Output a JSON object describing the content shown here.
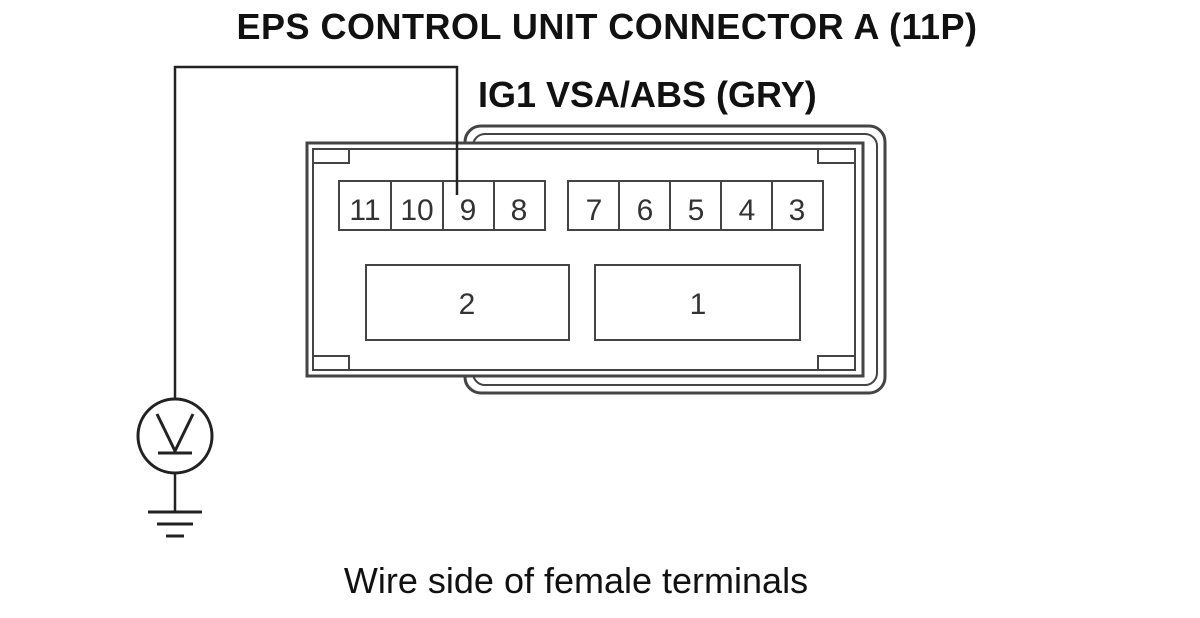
{
  "title": "EPS CONTROL UNIT CONNECTOR A (11P)",
  "wire_label": "IG1 VSA/ABS (GRY)",
  "caption": "Wire side of female terminals",
  "connector": {
    "upper_left_pins": [
      "11",
      "10",
      "9",
      "8"
    ],
    "upper_right_pins": [
      "7",
      "6",
      "5",
      "4",
      "3"
    ],
    "large_pins": [
      "2",
      "1"
    ]
  },
  "meter_icon": "voltmeter-icon",
  "ground_icon": "ground-icon",
  "colors": {
    "line": "#222222",
    "connector_stroke": "#444444"
  }
}
